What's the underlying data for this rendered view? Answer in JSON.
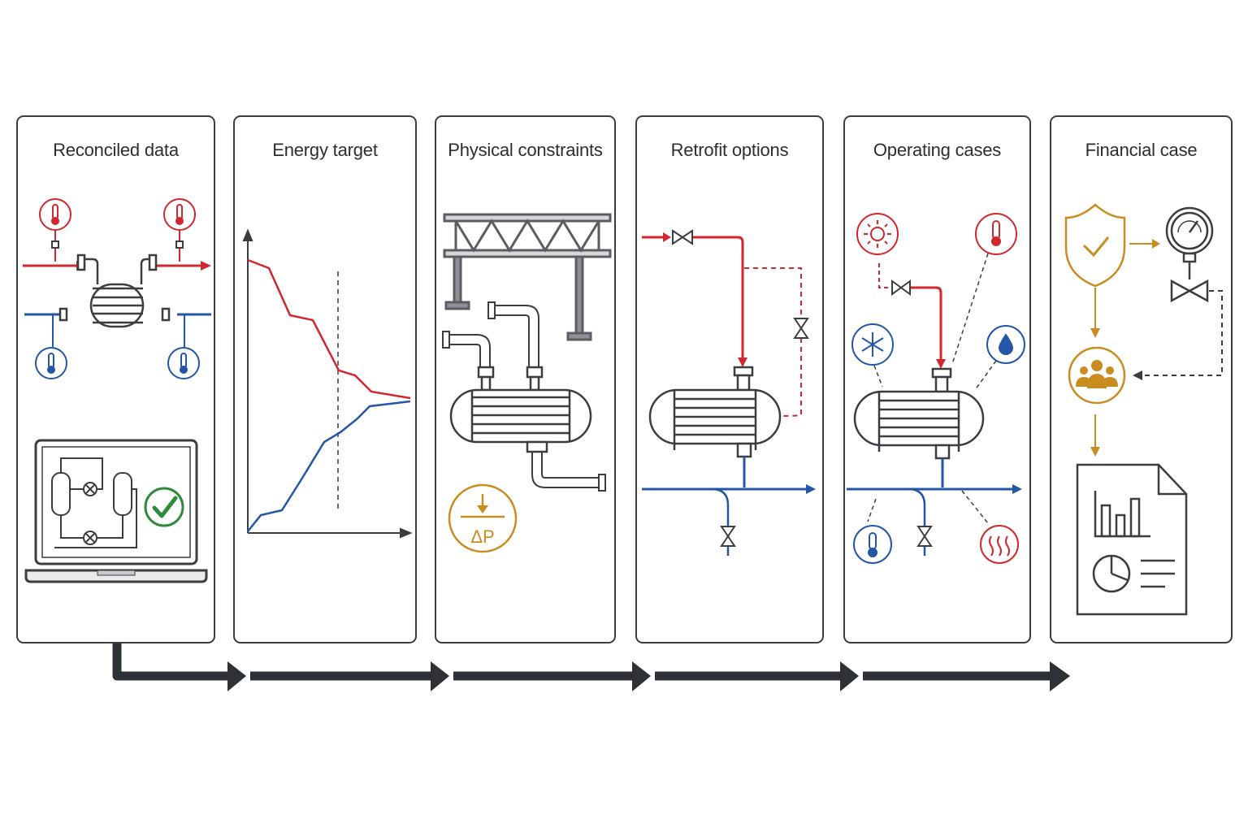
{
  "steps": [
    {
      "title": "Reconciled data"
    },
    {
      "title": "Energy target"
    },
    {
      "title": "Physical constraints"
    },
    {
      "title": "Retrofit options"
    },
    {
      "title": "Operating cases"
    },
    {
      "title": "Financial case"
    }
  ],
  "labels": {
    "pressure_drop": "ΔP"
  },
  "colors": {
    "hot": "#d0282e",
    "cold": "#2456a8",
    "finance": "#c98c1e",
    "ok": "#2e8b3a",
    "line": "#3a3d42",
    "steel": "#5a5d62"
  }
}
